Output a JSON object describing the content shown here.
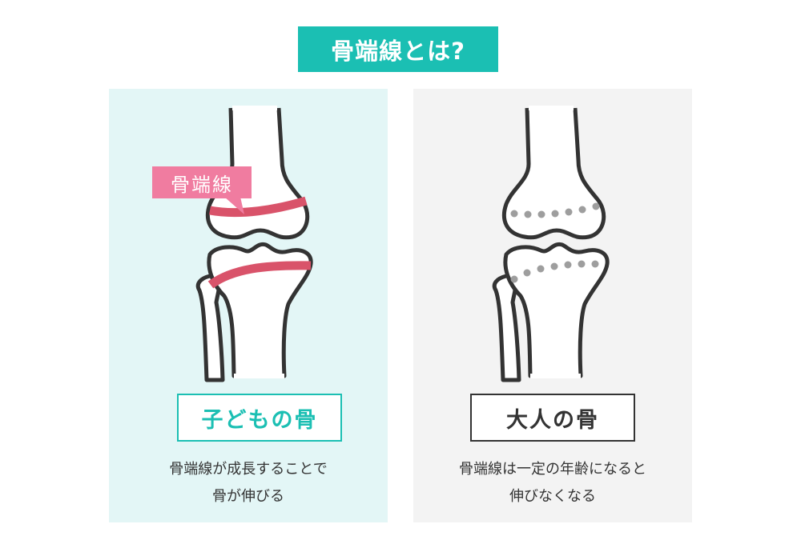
{
  "title": "骨端線とは?",
  "left": {
    "label": "子どもの骨",
    "tag": "骨端線",
    "caption": [
      "骨端線が成長することで",
      "骨が伸びる"
    ],
    "band_color": "#d9536a"
  },
  "right": {
    "label": "大人の骨",
    "caption": [
      "骨端線は一定の年齢になると",
      "伸びなくなる"
    ],
    "dot_color": "#9e9e9e"
  },
  "colors": {
    "accent": "#1bbfb3",
    "tag": "#f07ca0"
  }
}
